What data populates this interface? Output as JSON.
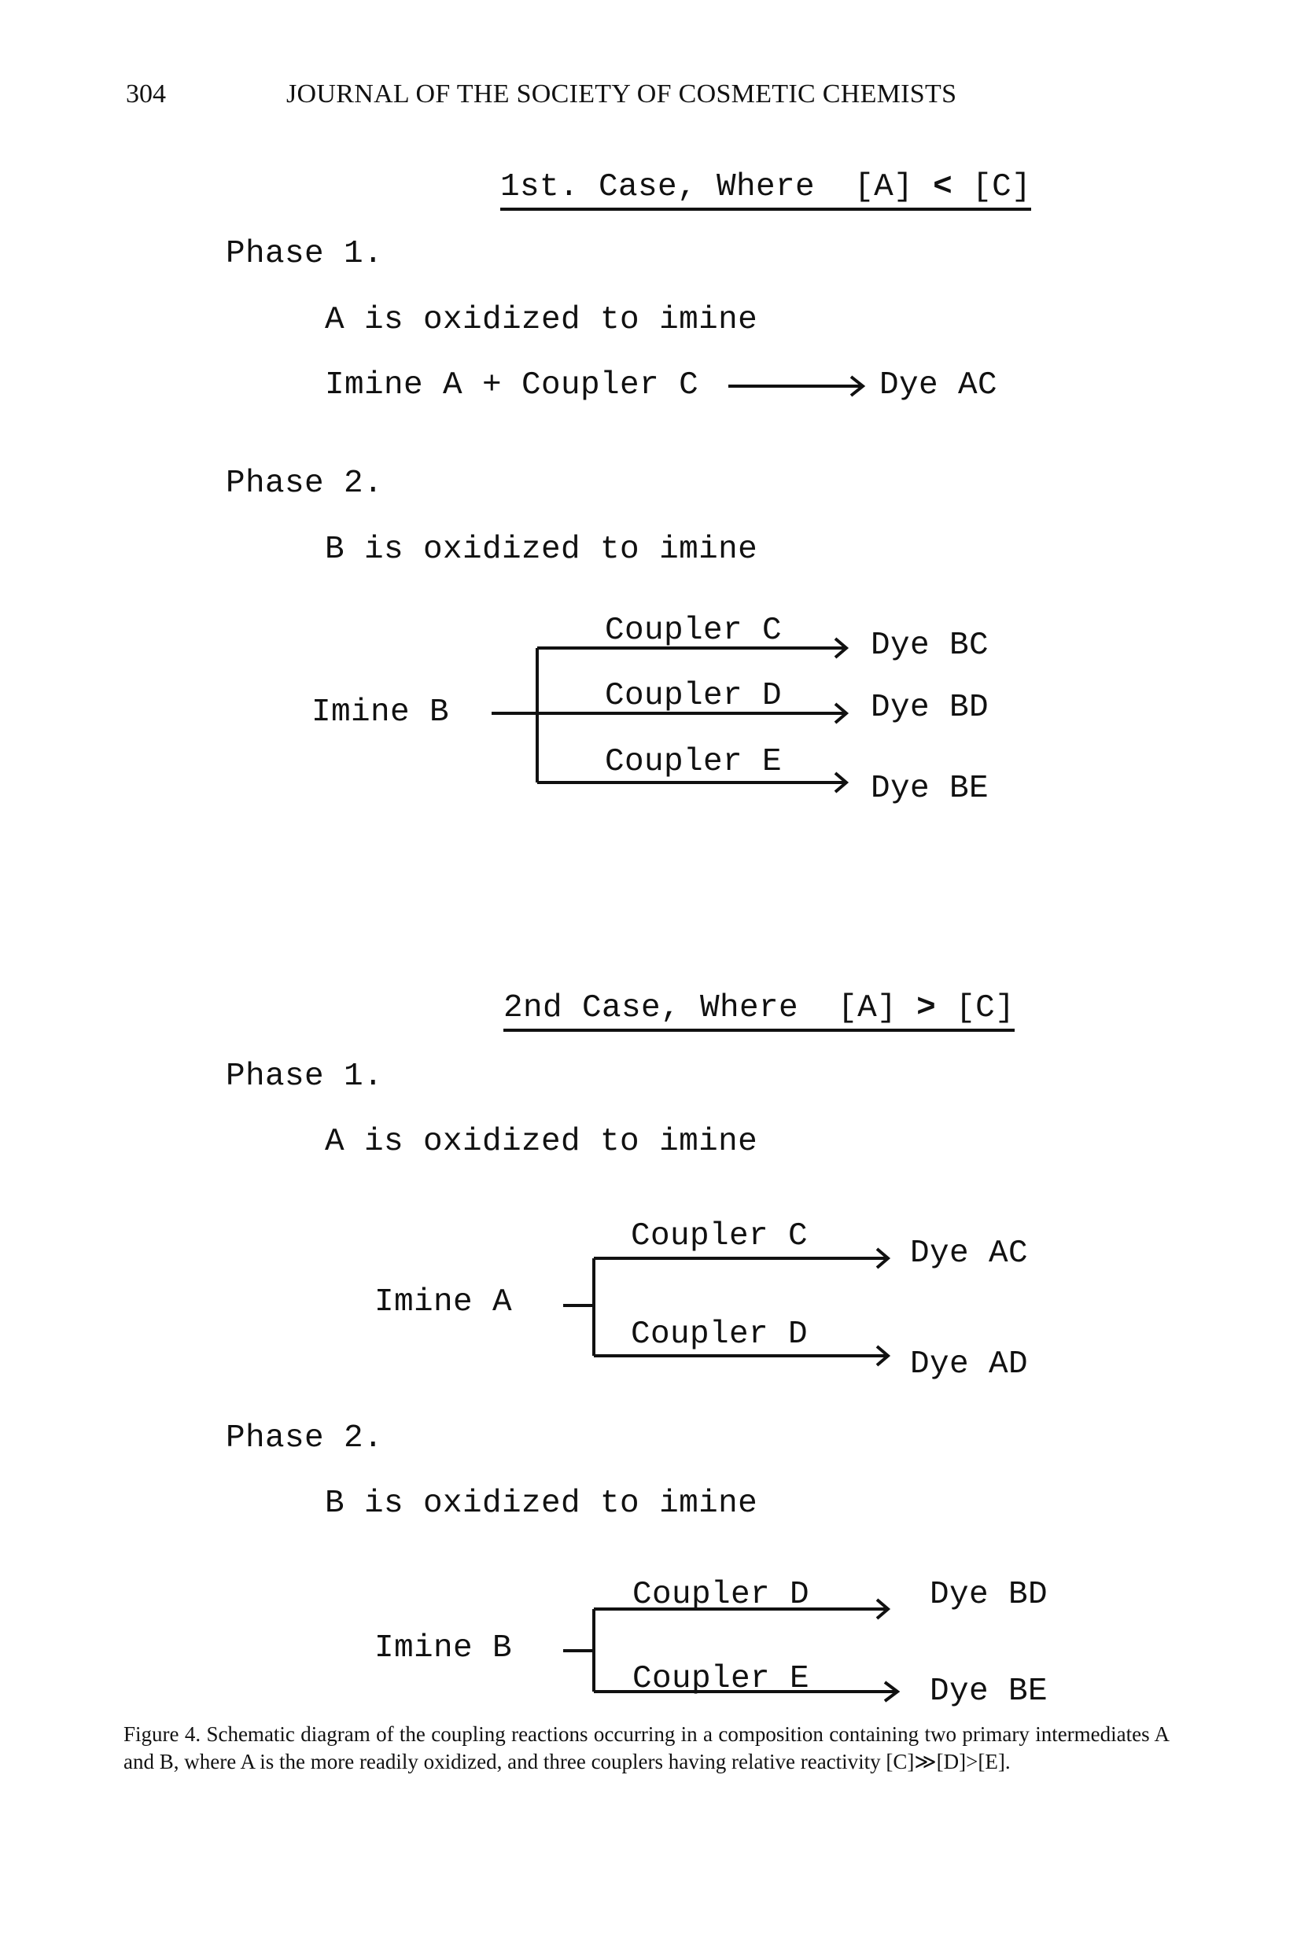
{
  "header": {
    "page_number": "304",
    "journal": "JOURNAL OF THE SOCIETY OF COSMETIC CHEMISTS"
  },
  "case1": {
    "title_prefix": "1st. Case, Where  [A]",
    "title_op": "<",
    "title_suffix": "[C]",
    "phase1": {
      "label": "Phase 1.",
      "step": "A is oxidized to imine",
      "reaction": "Imine A + Coupler C",
      "product": "Dye AC"
    },
    "phase2": {
      "label": "Phase 2.",
      "step": "B is oxidized to imine",
      "source": "Imine B",
      "branches": [
        {
          "coupler": "Coupler C",
          "product": "Dye BC"
        },
        {
          "coupler": "Coupler D",
          "product": "Dye BD"
        },
        {
          "coupler": "Coupler E",
          "product": "Dye BE"
        }
      ]
    }
  },
  "case2": {
    "title_prefix": "2nd Case, Where  [A]",
    "title_op": ">",
    "title_suffix": "[C]",
    "phase1": {
      "label": "Phase 1.",
      "step": "A is oxidized to imine",
      "source": "Imine A",
      "branches": [
        {
          "coupler": "Coupler C",
          "product": "Dye AC"
        },
        {
          "coupler": "Coupler D",
          "product": "Dye AD"
        }
      ]
    },
    "phase2": {
      "label": "Phase 2.",
      "step": "B is oxidized to imine",
      "source": "Imine B",
      "branches": [
        {
          "coupler": "Coupler D",
          "product": "Dye BD"
        },
        {
          "coupler": "Coupler E",
          "product": "Dye BE"
        }
      ]
    }
  },
  "caption": {
    "label": "Figure 4.",
    "text": "Schematic diagram of the coupling reactions occurring in a composition containing two primary intermediates A and B, where A is the more readily oxidized, and three couplers having relative reactivity [C]≫[D]>[E]."
  }
}
